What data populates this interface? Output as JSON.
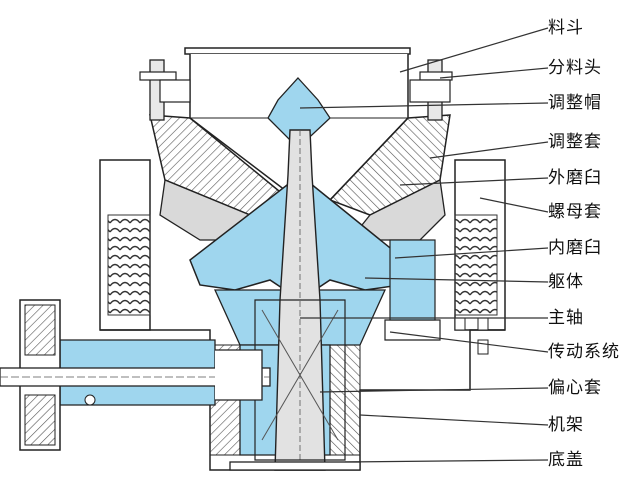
{
  "colors": {
    "fill_blue": "#9fd6ee",
    "line": "#222222",
    "leader": "#333333",
    "hatch": "#555555",
    "metal": "#d9d9d9"
  },
  "labels": [
    {
      "id": "liaodou",
      "text": "料斗"
    },
    {
      "id": "fenliaotou",
      "text": "分料头"
    },
    {
      "id": "tiaozhengmao",
      "text": "调整帽"
    },
    {
      "id": "tiaozhengtao",
      "text": "调整套"
    },
    {
      "id": "waimojiu",
      "text": "外磨臼"
    },
    {
      "id": "luomutao",
      "text": "螺母套"
    },
    {
      "id": "neimojiu",
      "text": "内磨臼"
    },
    {
      "id": "quti",
      "text": "躯体"
    },
    {
      "id": "zhuzhou",
      "text": "主轴"
    },
    {
      "id": "chuandongxitong",
      "text": "传动系统"
    },
    {
      "id": "pianxintao",
      "text": "偏心套"
    },
    {
      "id": "jijia",
      "text": "机架"
    },
    {
      "id": "digai",
      "text": "底盖"
    }
  ]
}
